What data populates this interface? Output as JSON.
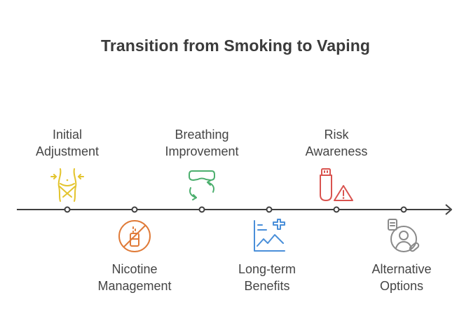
{
  "title": "Transition from Smoking to Vaping",
  "colors": {
    "line": "#3f3f3f",
    "adjustment": "#e3c42e",
    "nicotine": "#e07b39",
    "breathing": "#4caf6e",
    "benefits": "#4a8fd9",
    "risk": "#d9534f",
    "alternatives": "#8a8a8a"
  },
  "stages": [
    {
      "id": "initial-adjustment",
      "line1": "Initial",
      "line2": "Adjustment",
      "icon": "waist-measure-icon"
    },
    {
      "id": "nicotine-management",
      "line1": "Nicotine",
      "line2": "Management",
      "icon": "no-nicotine-icon"
    },
    {
      "id": "breathing-improvement",
      "line1": "Breathing",
      "line2": "Improvement",
      "icon": "breathing-mask-icon"
    },
    {
      "id": "long-term-benefits",
      "line1": "Long-term",
      "line2": "Benefits",
      "icon": "health-chart-icon"
    },
    {
      "id": "risk-awareness",
      "line1": "Risk",
      "line2": "Awareness",
      "icon": "vape-warning-icon"
    },
    {
      "id": "alternative-options",
      "line1": "Alternative",
      "line2": "Options",
      "icon": "person-options-icon"
    }
  ]
}
